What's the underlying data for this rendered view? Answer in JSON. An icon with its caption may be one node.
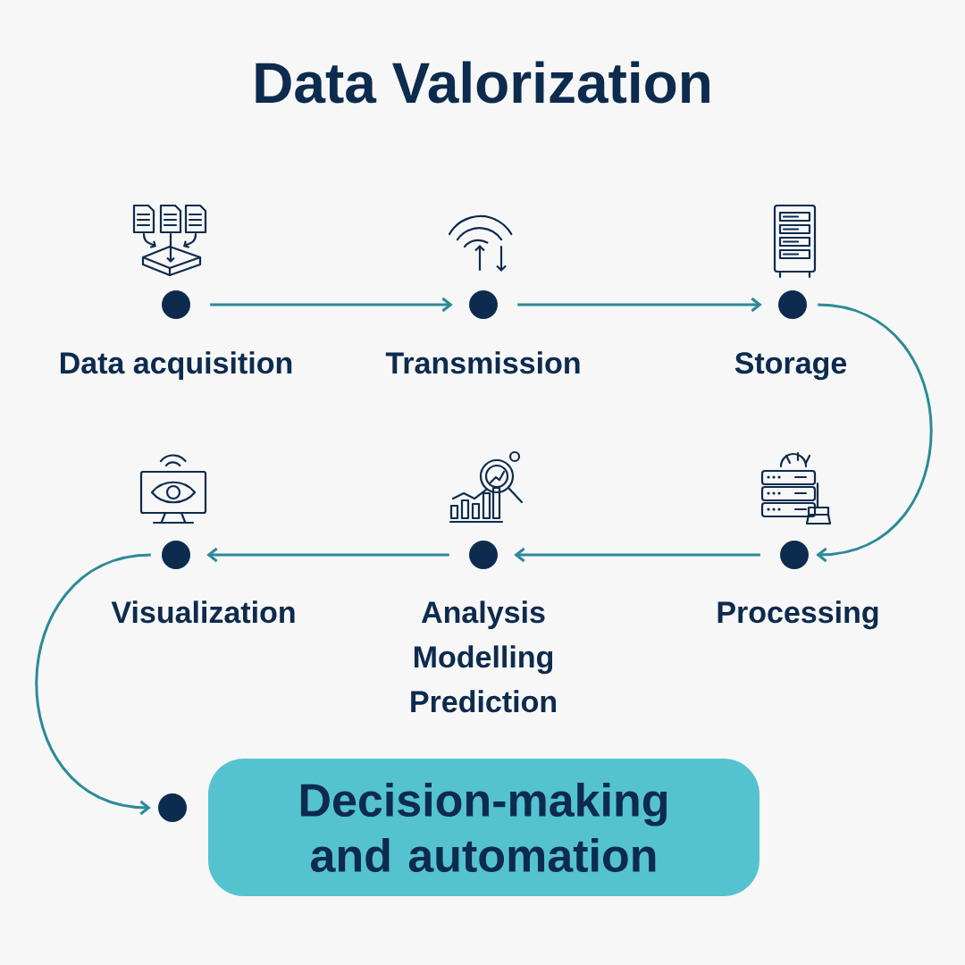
{
  "diagram": {
    "title": "Data Valorization",
    "nodes": [
      {
        "text": [
          "Data acquisition"
        ]
      },
      {
        "text": [
          "Transmission"
        ]
      },
      {
        "text": [
          "Storage"
        ]
      },
      {
        "text": [
          "Processing"
        ]
      },
      {
        "text": [
          "Analysis",
          "Modelling",
          "Prediction"
        ]
      },
      {
        "text": [
          "Visualization"
        ]
      },
      {
        "text": [],
        "shape": "circle"
      },
      {
        "text": [
          "Decision-making and automation"
        ]
      }
    ],
    "edges": [
      {
        "from": 0,
        "to": 1,
        "arrow": "to"
      },
      {
        "from": 1,
        "to": 2,
        "arrow": "to"
      },
      {
        "from": 2,
        "to": 3,
        "arrow": "to"
      },
      {
        "from": 3,
        "to": 4,
        "arrow": "to"
      },
      {
        "from": 4,
        "to": 5,
        "arrow": "to"
      },
      {
        "from": 5,
        "to": 6,
        "arrow": "to"
      }
    ]
  }
}
